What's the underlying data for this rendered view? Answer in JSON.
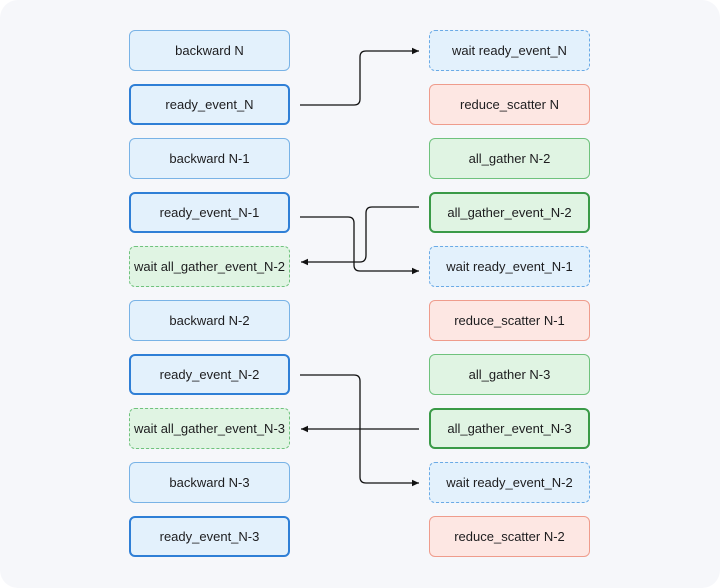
{
  "left_column": [
    "backward N",
    "ready_event_N",
    "backward N-1",
    "ready_event_N-1",
    "wait all_gather_event_N-2",
    "backward N-2",
    "ready_event_N-2",
    "wait all_gather_event_N-3",
    "backward N-3",
    "ready_event_N-3"
  ],
  "right_column": [
    "wait ready_event_N",
    "reduce_scatter N",
    "all_gather N-2",
    "all_gather_event_N-2",
    "wait ready_event_N-1",
    "reduce_scatter N-1",
    "all_gather N-3",
    "all_gather_event_N-3",
    "wait ready_event_N-2",
    "reduce_scatter N-2"
  ],
  "colors": {
    "blue_fill": "#e3f1fc",
    "blue_border": "#2f7fd6",
    "red_fill": "#fde7e3",
    "red_border": "#ef9c8c",
    "green_fill": "#e0f4e3",
    "green_border": "#3a9a47",
    "arrow": "#111111"
  }
}
